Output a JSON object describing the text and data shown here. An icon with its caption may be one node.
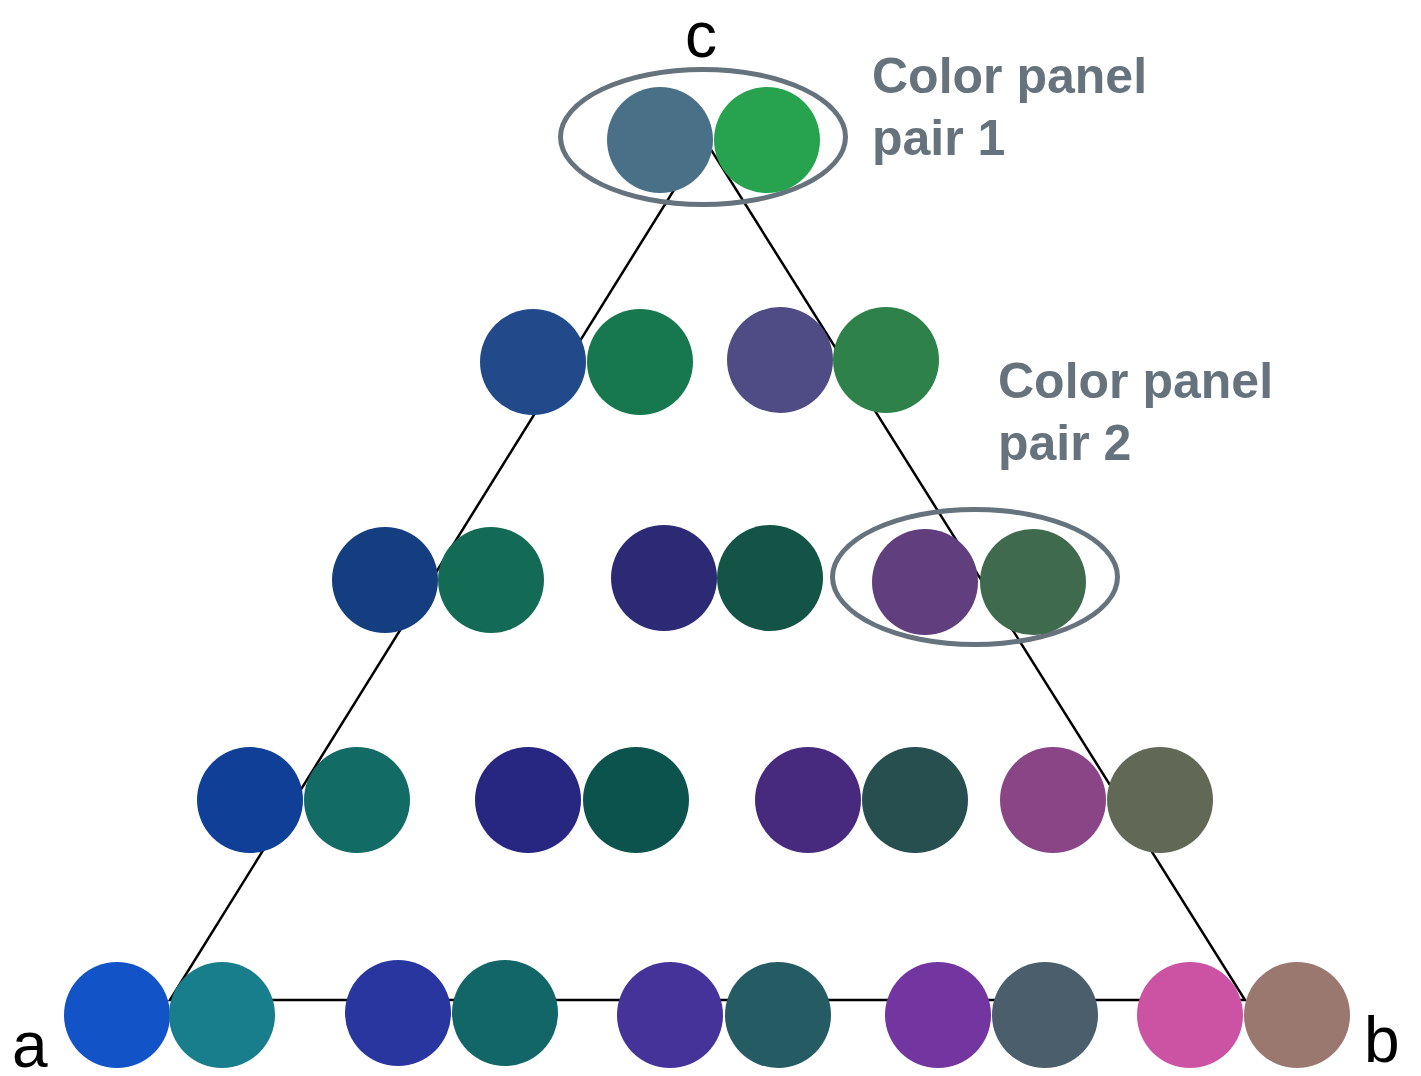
{
  "diagram": {
    "nodes": [
      {
        "text": [],
        "shape": "ellipse",
        "beside": [
          "Color panel pair 1"
        ]
      },
      {
        "text": [],
        "shape": "circle",
        "in": 0
      },
      {
        "text": [],
        "shape": "circle",
        "in": 0
      },
      {
        "text": [],
        "shape": "circle"
      },
      {
        "text": [],
        "shape": "circle"
      },
      {
        "text": [],
        "shape": "circle"
      },
      {
        "text": [],
        "shape": "circle"
      },
      {
        "text": [],
        "shape": "circle"
      },
      {
        "text": [],
        "shape": "circle"
      },
      {
        "text": [],
        "shape": "circle"
      },
      {
        "text": [],
        "shape": "circle"
      },
      {
        "text": [],
        "shape": "ellipse",
        "beside": [
          "Color panel pair 2"
        ]
      },
      {
        "text": [],
        "shape": "circle",
        "in": 11
      },
      {
        "text": [],
        "shape": "circle",
        "in": 11
      },
      {
        "text": [],
        "shape": "circle"
      },
      {
        "text": [],
        "shape": "circle"
      },
      {
        "text": [],
        "shape": "circle"
      },
      {
        "text": [],
        "shape": "circle"
      },
      {
        "text": [],
        "shape": "circle"
      },
      {
        "text": [],
        "shape": "circle"
      },
      {
        "text": [],
        "shape": "circle"
      },
      {
        "text": [],
        "shape": "circle"
      },
      {
        "text": [],
        "shape": "circle"
      },
      {
        "text": [],
        "shape": "circle"
      },
      {
        "text": [],
        "shape": "circle"
      },
      {
        "text": [],
        "shape": "circle"
      },
      {
        "text": [],
        "shape": "circle"
      },
      {
        "text": [],
        "shape": "circle"
      },
      {
        "text": [],
        "shape": "circle"
      },
      {
        "text": [],
        "shape": "circle"
      },
      {
        "text": [],
        "shape": "circle"
      },
      {
        "text": [],
        "shape": "circle"
      }
    ],
    "labels": [
      "c",
      "a",
      "b"
    ]
  }
}
